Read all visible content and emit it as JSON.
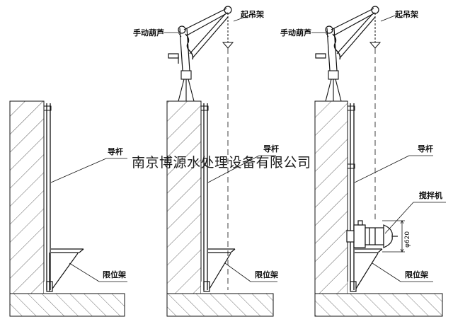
{
  "labels": {
    "hand_hoist": "手动葫芦",
    "lifting_frame": "起吊架",
    "guide_rod": "导杆",
    "limit_frame": "限位架",
    "mixer": "搅拌机",
    "diameter": "φ620"
  },
  "watermark": "南京博源水处理设备有限公司"
}
